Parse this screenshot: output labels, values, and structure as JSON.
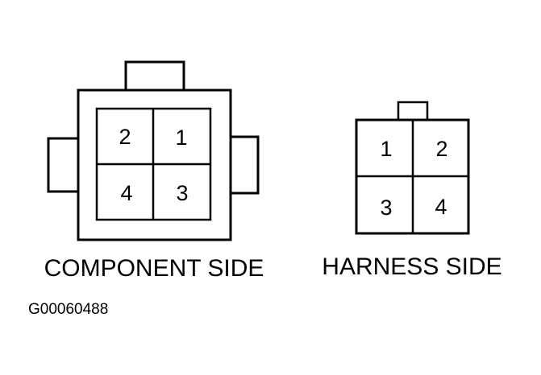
{
  "component_side": {
    "caption": "COMPONENT SIDE",
    "pins": {
      "top_left": "2",
      "top_right": "1",
      "bottom_left": "4",
      "bottom_right": "3"
    }
  },
  "harness_side": {
    "caption": "HARNESS SIDE",
    "pins": {
      "top_left": "1",
      "top_right": "2",
      "bottom_left": "3",
      "bottom_right": "4"
    }
  },
  "figure_id": "G00060488"
}
